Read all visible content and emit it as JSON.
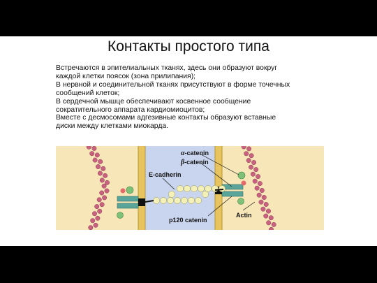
{
  "slide": {
    "title": "Контакты простого типа",
    "paragraph_lines": [
      "Встречаются в эпителиальных тканях, здесь они образуют вокруг",
      "каждой клетки поясок (зона прилипания);",
      "В нервной и соединительной тканях присутствуют в форме точечных",
      "сообщений клеток;",
      "В сердечной мышце обеспечивают косвенное сообщение",
      "сократительного аппарата кардиомиоцитов;",
      "Вместе с десмосомами адгезивные контакты образуют вставные",
      "диски между клетками миокарда."
    ]
  },
  "figure": {
    "labels": {
      "alpha_greek": "α",
      "alpha_rest": "-catenin",
      "beta_greek": "β",
      "beta_rest": "-catenin",
      "e_cadherin": "E-cadherin",
      "p120": "p120 catenin",
      "actin": "Actin"
    },
    "colors": {
      "cytoplasm": "#f6e6b8",
      "membrane": "#e8c460",
      "extracellular": "#c9d5ef",
      "actin_bead": "#c8627f",
      "cadherin_bead": "#f3f0b8",
      "teal_bar": "#5aa59a",
      "green_ball": "#7ec27a",
      "red_ball": "#e26a6a"
    }
  }
}
